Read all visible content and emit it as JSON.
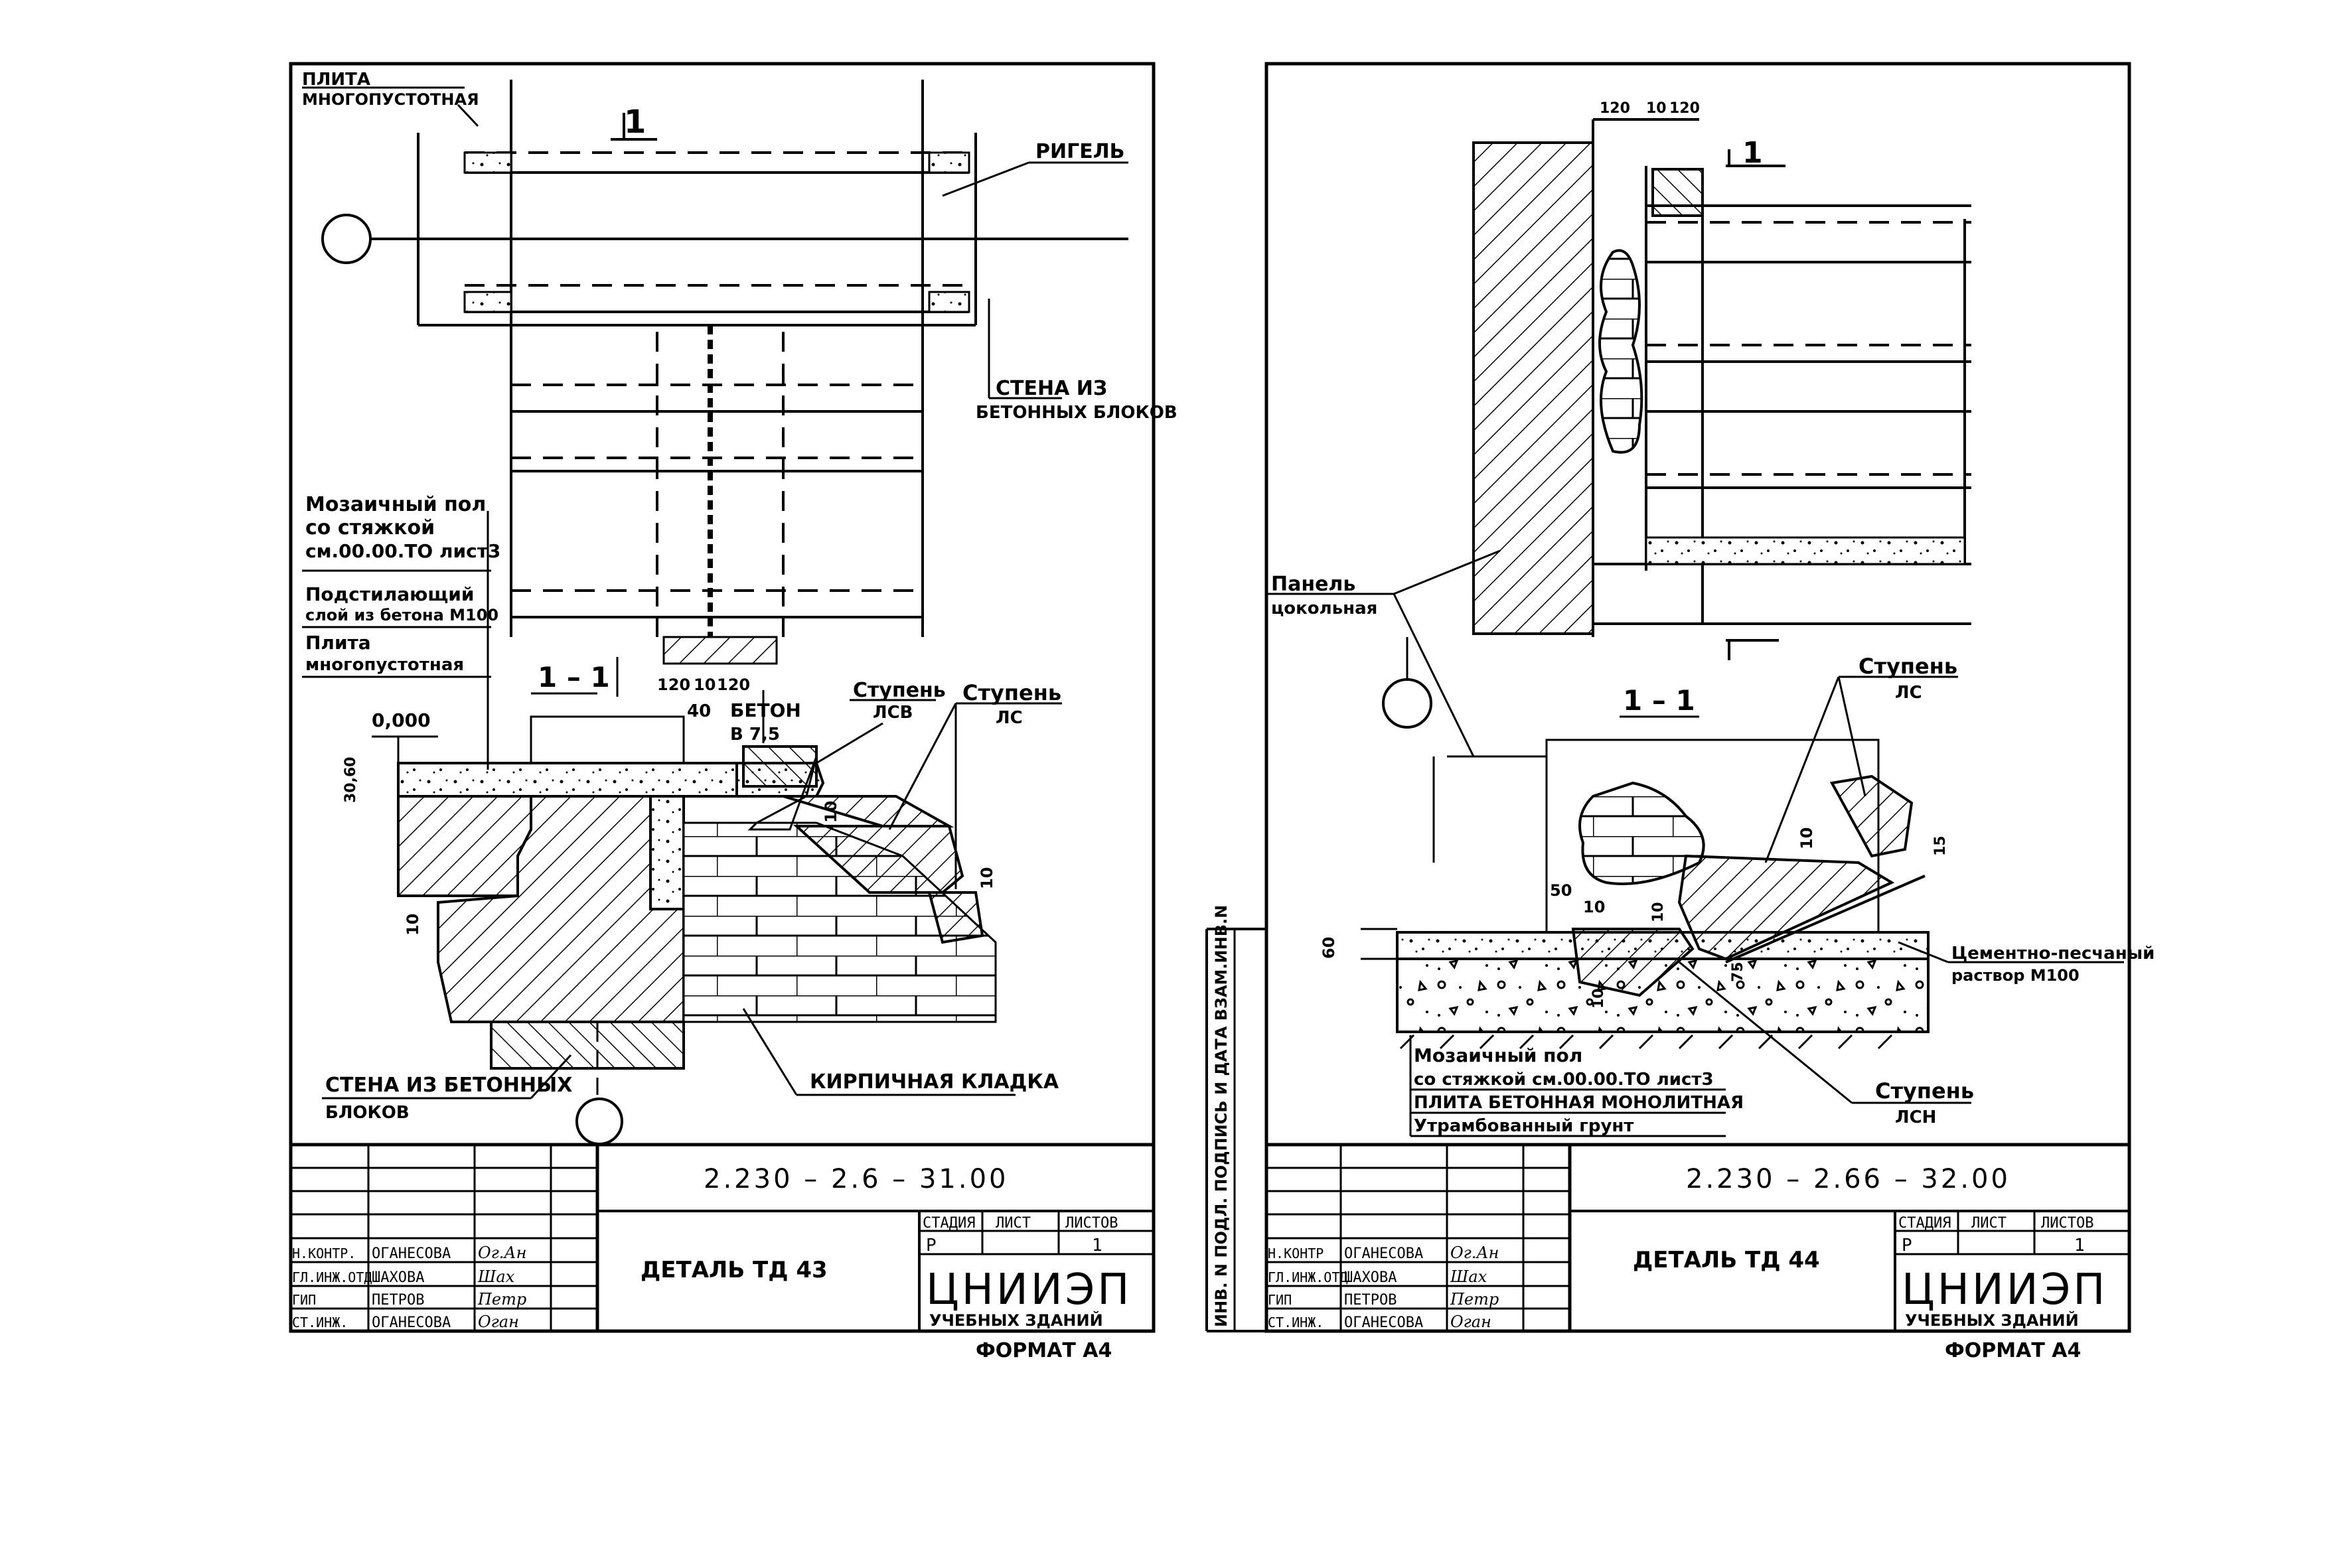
{
  "sheets": [
    {
      "id": "left",
      "code": "2.230 – 2.6  – 31.00",
      "title": "ДЕТАЛЬ ТД 43",
      "format": "ФОРМАТ А4",
      "stage_header": "СТАДИЯ",
      "sheet_header": "ЛИСТ",
      "sheets_header": "ЛИСТОВ",
      "stage": "Р",
      "sheet": "1",
      "org": "ЦНИИЭП",
      "org_sub": "УЧЕБНЫХ ЗДАНИЙ",
      "signers": [
        {
          "role": "Н.КОНТР.",
          "name": "ОГАНЕСОВА",
          "sign": "Ог.Ан"
        },
        {
          "role": "ГЛ.ИНЖ.ОТД",
          "name": "ШАХОВА",
          "sign": "Шах"
        },
        {
          "role": "ГИП",
          "name": "ПЕТРОВ",
          "sign": "Петр"
        },
        {
          "role": "СТ.ИНЖ.",
          "name": "ОГАНЕСОВА",
          "sign": "Оган"
        }
      ],
      "labels": {
        "plita1": "ПЛИТА",
        "plita2": "МНОГОПУСТОТНАЯ",
        "section_mark": "1",
        "rigel": "РИГЕЛЬ",
        "wall1": "СТЕНА ИЗ",
        "wall2": "БЕТОННЫХ БЛОКОВ",
        "floor1": "Мозаичный пол",
        "floor2": "со стяжкой",
        "floor3": "см.00.00.ТО лист3",
        "sub1": "Подстилающий",
        "sub2": "слой из бетона М100",
        "slab1": "Плита",
        "slab2": "многопустотная",
        "section_title": "1 – 1",
        "dim_120a": "120",
        "dim_10": "10",
        "dim_120b": "120",
        "dim_40": "40",
        "beton1": "БЕТОН",
        "beton2": "В 7,5",
        "step1_a": "Ступень",
        "step1_b": "ЛСВ",
        "step2_a": "Ступень",
        "step2_b": "ЛС",
        "level": "0,000",
        "dim_3060": "30,60",
        "dim_10b": "10",
        "dim_10c": "10",
        "dim_10d": "10",
        "wall_b1": "СТЕНА ИЗ БЕТОННЫХ",
        "wall_b2": "БЛОКОВ",
        "brick": "КИРПИЧНАЯ КЛАДКА"
      }
    },
    {
      "id": "right",
      "code": "2.230 – 2.66  – 32.00",
      "title": "ДЕТАЛЬ ТД 44",
      "format": "ФОРМАТ А4",
      "stage_header": "СТАДИЯ",
      "sheet_header": "ЛИСТ",
      "sheets_header": "ЛИСТОВ",
      "stage": "Р",
      "sheet": "1",
      "org": "ЦНИИЭП",
      "org_sub": "УЧЕБНЫХ ЗДАНИЙ",
      "signers": [
        {
          "role": "Н.КОНТР",
          "name": "ОГАНЕСОВА",
          "sign": "Ог.Ан"
        },
        {
          "role": "ГЛ.ИНЖ.ОТД",
          "name": "ШАХОВА",
          "sign": "Шах"
        },
        {
          "role": "ГИП",
          "name": "ПЕТРОВ",
          "sign": "Петр"
        },
        {
          "role": "СТ.ИНЖ.",
          "name": "ОГАНЕСОВА",
          "sign": "Оган"
        }
      ],
      "margin_text": "ИНВ. N ПОДЛ. ПОДПИСЬ И ДАТА ВЗАМ.ИНВ.N",
      "labels": {
        "dim_120a": "120",
        "dim_10": "10",
        "dim_120b": "120",
        "section_mark": "1",
        "panel1": "Панель",
        "panel2": "цокольная",
        "section_title": "1 – 1",
        "step1_a": "Ступень",
        "step1_b": "ЛС",
        "dim_10a": "10",
        "dim_15": "15",
        "dim_50": "50",
        "dim_10b": "10",
        "dim_10c": "10",
        "dim_60": "60",
        "dim_10d": "10",
        "dim_75": "75",
        "mortar1": "Цементно-песчаный",
        "mortar2": "раствор М100",
        "floor1": "Мозаичный пол",
        "floor2": "со стяжкой см.00.00.ТО лист3",
        "floor3": "ПЛИТА БЕТОННАЯ МОНОЛИТНАЯ",
        "floor4": "Утрамбованный грунт",
        "step2_a": "Ступень",
        "step2_b": "ЛСН"
      }
    }
  ]
}
